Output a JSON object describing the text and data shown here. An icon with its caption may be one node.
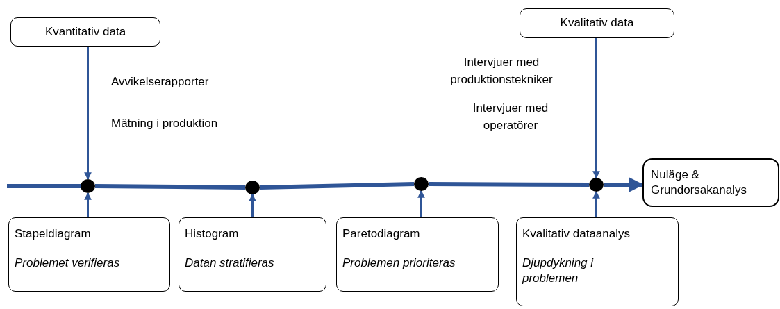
{
  "diagram": {
    "nodes": [
      {
        "text": [
          "Kvantitativ data"
        ]
      },
      {
        "text": [
          "Kvalitativ data"
        ]
      },
      {
        "text": [
          "Nuläge & Grundorsakanalys"
        ]
      },
      {
        "text": [],
        "shape": "circle"
      },
      {
        "text": [],
        "shape": "circle"
      },
      {
        "text": [],
        "shape": "circle"
      },
      {
        "text": [],
        "shape": "circle"
      },
      {
        "text": [
          "Stapeldiagram",
          "Problemet verifieras"
        ]
      },
      {
        "text": [
          "Histogram",
          "Datan stratifieras"
        ]
      },
      {
        "text": [
          "Paretodiagram",
          "Problemen prioriteras"
        ]
      },
      {
        "text": [
          "Kvalitativ dataanalys",
          "Djupdykning i problemen"
        ]
      }
    ],
    "edges": [
      {
        "from": null,
        "to": 3,
        "arrow": "none",
        "style": "thick"
      },
      {
        "from": 3,
        "to": 4,
        "arrow": "none",
        "style": "thick"
      },
      {
        "from": 4,
        "to": 5,
        "arrow": "none",
        "style": "thick"
      },
      {
        "from": 5,
        "to": 6,
        "arrow": "none",
        "style": "thick"
      },
      {
        "from": 6,
        "to": 2,
        "arrow": "to",
        "style": "thick"
      },
      {
        "from": 0,
        "to": 3,
        "arrow": "to"
      },
      {
        "from": 1,
        "to": 6,
        "arrow": "to"
      },
      {
        "from": 7,
        "to": 3,
        "arrow": "to"
      },
      {
        "from": 8,
        "to": 4,
        "arrow": "to"
      },
      {
        "from": 9,
        "to": 5,
        "arrow": "to"
      },
      {
        "from": 10,
        "to": 6,
        "arrow": "to"
      }
    ],
    "labels": [
      "Avvikelserapporter",
      "Mätning i produktion",
      "Intervjuer med produktionstekniker",
      "Intervjuer med operatörer"
    ]
  }
}
